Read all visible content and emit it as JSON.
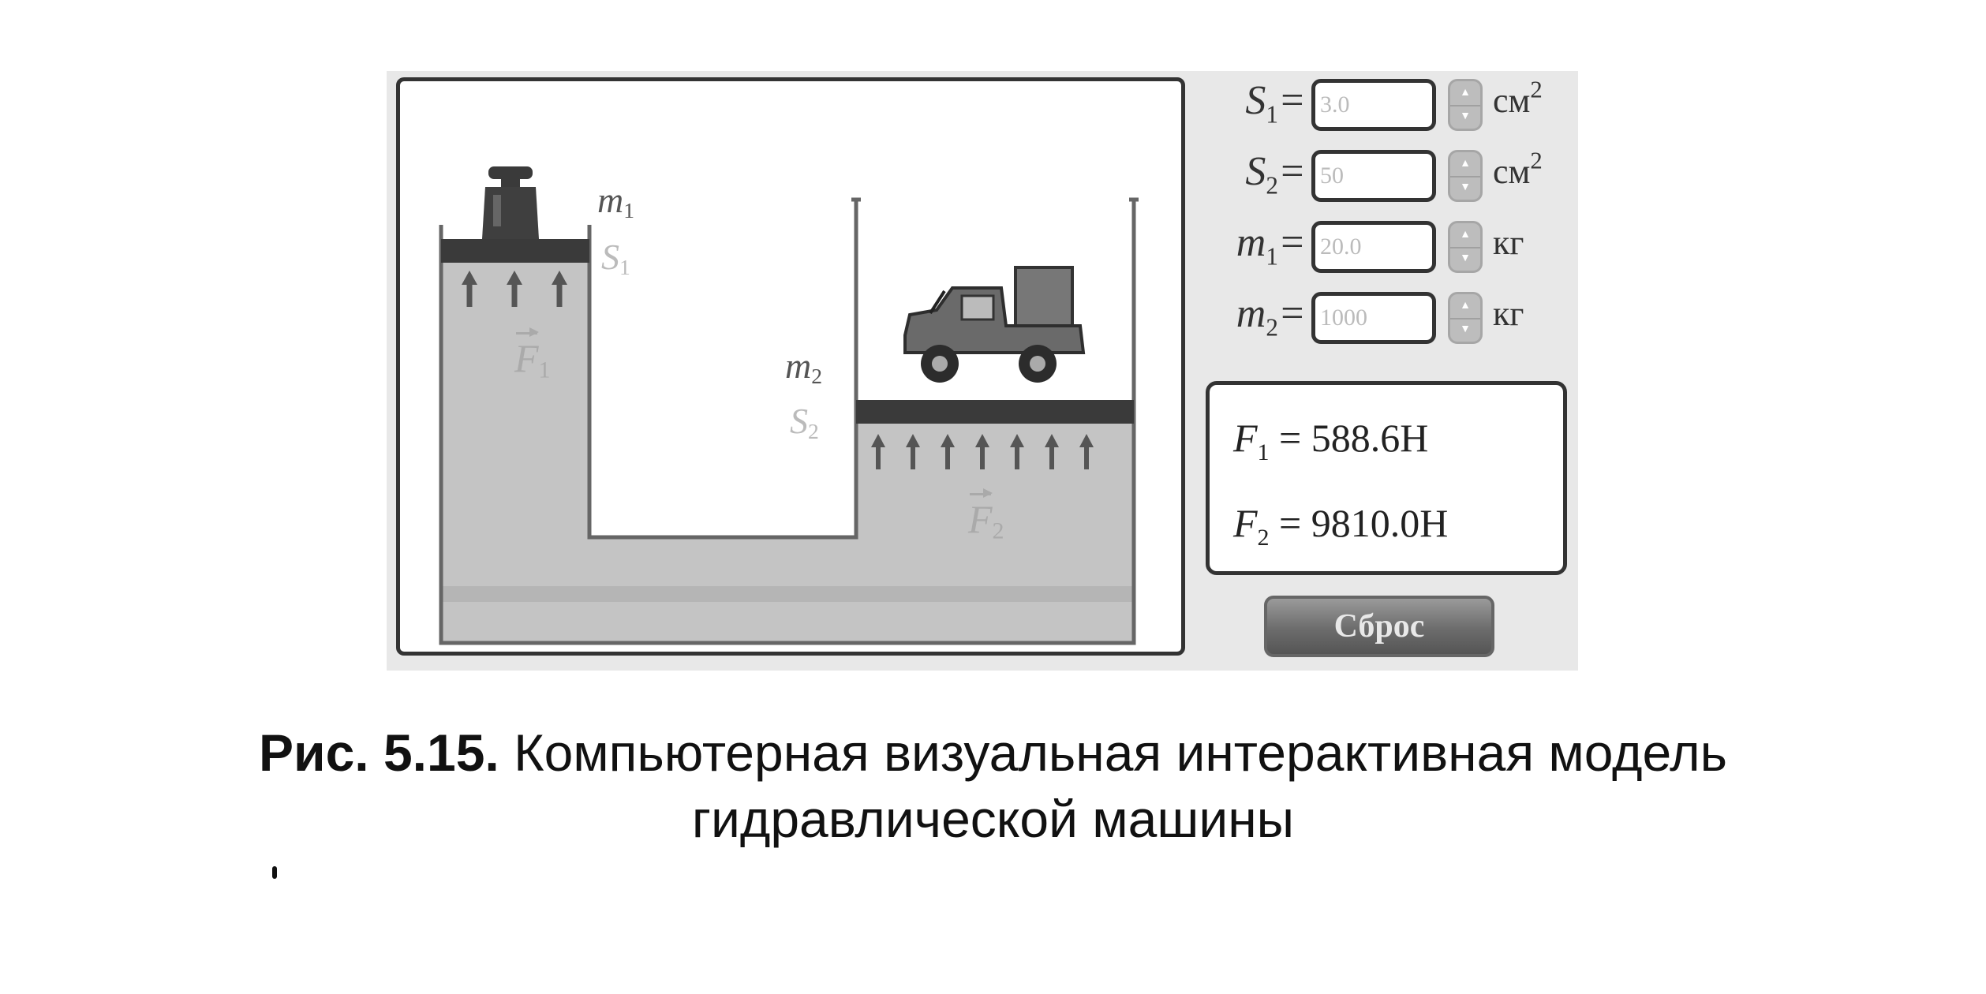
{
  "simulation": {
    "labels": {
      "m1": "m",
      "m1_sub": "1",
      "s1": "S",
      "s1_sub": "1",
      "f1": "F",
      "f1_sub": "1",
      "m2": "m",
      "m2_sub": "2",
      "s2": "S",
      "s2_sub": "2",
      "f2": "F",
      "f2_sub": "2"
    }
  },
  "controls": [
    {
      "symbol": "S",
      "sub": "1",
      "eq": "=",
      "value": "3.0",
      "unit": "см",
      "unit_sup": "2"
    },
    {
      "symbol": "S",
      "sub": "2",
      "eq": "=",
      "value": "50",
      "unit": "см",
      "unit_sup": "2"
    },
    {
      "symbol": "m",
      "sub": "1",
      "eq": "=",
      "value": "20.0",
      "unit": "кг",
      "unit_sup": ""
    },
    {
      "symbol": "m",
      "sub": "2",
      "eq": "=",
      "value": "1000",
      "unit": "кг",
      "unit_sup": ""
    }
  ],
  "results": {
    "f1": {
      "symbol": "F",
      "sub": "1",
      "text": " = 588.6Н"
    },
    "f2": {
      "symbol": "F",
      "sub": "2",
      "text": " = 9810.0Н"
    }
  },
  "reset_label": "Сброс",
  "caption": {
    "number": "Рис. 5.15.",
    "line1": " Компьютерная визуальная интерактивная модель",
    "line2": "гидравлической машины"
  },
  "icons": {
    "spinner_up": "triangle-up",
    "spinner_down": "triangle-down"
  },
  "colors": {
    "fluid": "#c4c4c4",
    "frame": "#333333",
    "piston": "#3a3a3a",
    "muted_label": "#bbbbbb"
  }
}
